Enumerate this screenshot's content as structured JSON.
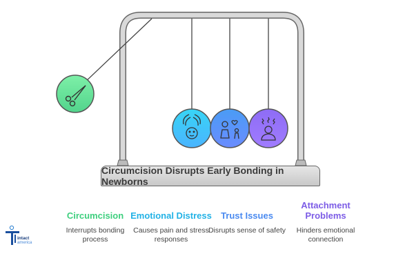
{
  "title": "Circumcision Disrupts Early Bonding in Newborns",
  "balls": [
    {
      "name": "circumcision",
      "icon": "scissors-forceps-icon",
      "color_top": "#7ef0a8",
      "color_bottom": "#52d48c"
    },
    {
      "name": "emotional-distress",
      "icon": "hands-over-baby-icon",
      "color_top": "#38d5f5",
      "color_bottom": "#4ab4ff"
    },
    {
      "name": "trust-issues",
      "icon": "parent-and-child-icon",
      "color_top": "#4a9cf5",
      "color_bottom": "#6a8cff"
    },
    {
      "name": "attachment-problems",
      "icon": "stressed-person-icon",
      "color_top": "#8e6cf5",
      "color_bottom": "#a07cff"
    }
  ],
  "items": [
    {
      "title": "Circumcision",
      "desc": "Interrupts bonding process",
      "color": "#3ecf7e"
    },
    {
      "title": "Emotional Distress",
      "desc": "Causes pain and stress responses",
      "color": "#22b2e6"
    },
    {
      "title": "Trust Issues",
      "desc": "Disrupts sense of safety",
      "color": "#4a8af0"
    },
    {
      "title": "Attachment Problems",
      "desc": "Hinders emotional connection",
      "color": "#7c5ce6"
    }
  ],
  "logo": {
    "line1": "intact",
    "line2": "america"
  }
}
